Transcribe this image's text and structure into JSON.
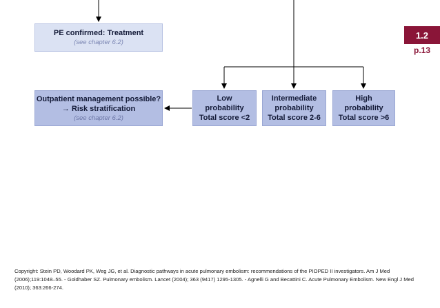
{
  "pe_confirmed": {
    "title": "PE confirmed: Treatment",
    "ref": "(see chapter 6.2)"
  },
  "outpatient": {
    "line1": "Outpatient management possible?",
    "line2": "→ Risk stratification",
    "ref": "(see chapter 6.2)"
  },
  "probabilities": [
    {
      "line1": "Low",
      "line2": "probability",
      "line3": "Total score <2"
    },
    {
      "line1": "Intermediate",
      "line2": "probability",
      "line3": "Total score 2-6"
    },
    {
      "line1": "High",
      "line2": "probability",
      "line3": "Total score >6"
    }
  ],
  "section_badge": "1.2",
  "page_ref": "p.13",
  "footer": {
    "copyright": "Copyright:  Stein PD, Woodard PK, Weg JG, et al. Diagnostic pathways in acute pulmonary embolism: recommendations of the PIOPED II investigators. Am J Med (2006);119:1048–55. - Goldhaber SZ. Pulmonary embolism. Lancet (2004); 363 (9417) 1295-1305. - Agnelli G and Becattini C. Acute Pulmonary Embolism. New Engl J Med (2010); 363:266-274."
  },
  "colors": {
    "box_fill": "#b3bee3",
    "box_light_fill": "#dbe2f3",
    "accent": "#8a1538",
    "line": "#000000"
  }
}
